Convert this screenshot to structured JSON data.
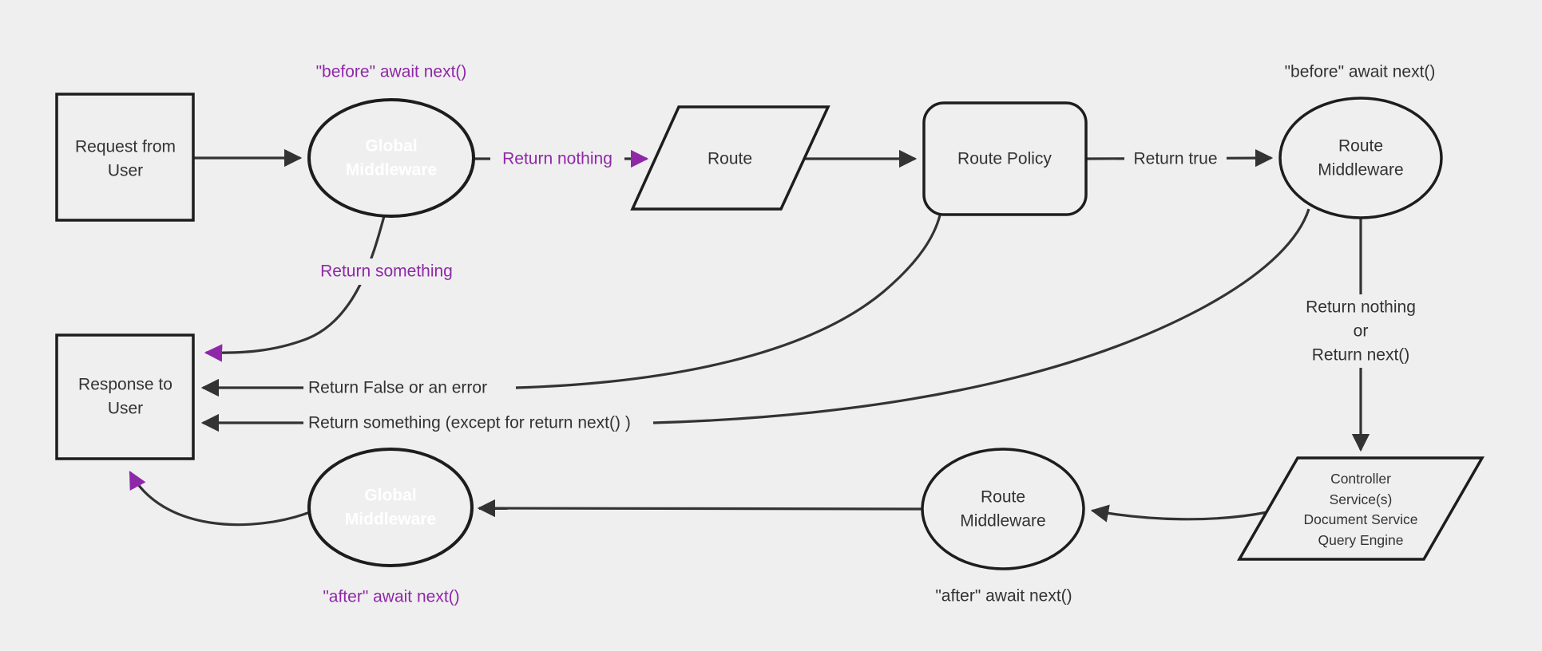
{
  "diagram": {
    "background": "#efefef",
    "colors": {
      "purple_fill": "#8a22a8",
      "purple_accent": "#8f28a8",
      "node_stroke": "#1d1d1d",
      "edge_color": "#333333",
      "text_color": "#333333"
    },
    "nodes": {
      "request_from_user": {
        "lines": [
          "Request from",
          "User"
        ]
      },
      "global_middleware_top": {
        "lines": [
          "Global",
          "Middleware"
        ]
      },
      "route": {
        "lines": [
          "Route"
        ]
      },
      "route_policy": {
        "lines": [
          "Route Policy"
        ]
      },
      "route_middleware_top": {
        "lines": [
          "Route",
          "Middleware"
        ]
      },
      "controller_services": {
        "lines": [
          "Controller",
          "Service(s)",
          "Document Service",
          "Query Engine"
        ]
      },
      "route_middleware_bottom": {
        "lines": [
          "Route",
          "Middleware"
        ]
      },
      "global_middleware_bottom": {
        "lines": [
          "Global",
          "Middleware"
        ]
      },
      "response_to_user": {
        "lines": [
          "Response to",
          "User"
        ]
      }
    },
    "edge_labels": {
      "before_await_next_global": "\"before\" await next()",
      "before_await_next_route": "\"before\" await next()",
      "return_nothing": "Return nothing",
      "return_true": "Return true",
      "return_nothing_or_next": {
        "lines": [
          "Return nothing",
          "or",
          "Return next()"
        ]
      },
      "return_something": "Return something",
      "return_false_or_error": "Return False or an error",
      "return_something_except": "Return something (except for return next() )",
      "after_await_next_global": "\"after\" await next()",
      "after_await_next_route": "\"after\" await next()"
    }
  }
}
